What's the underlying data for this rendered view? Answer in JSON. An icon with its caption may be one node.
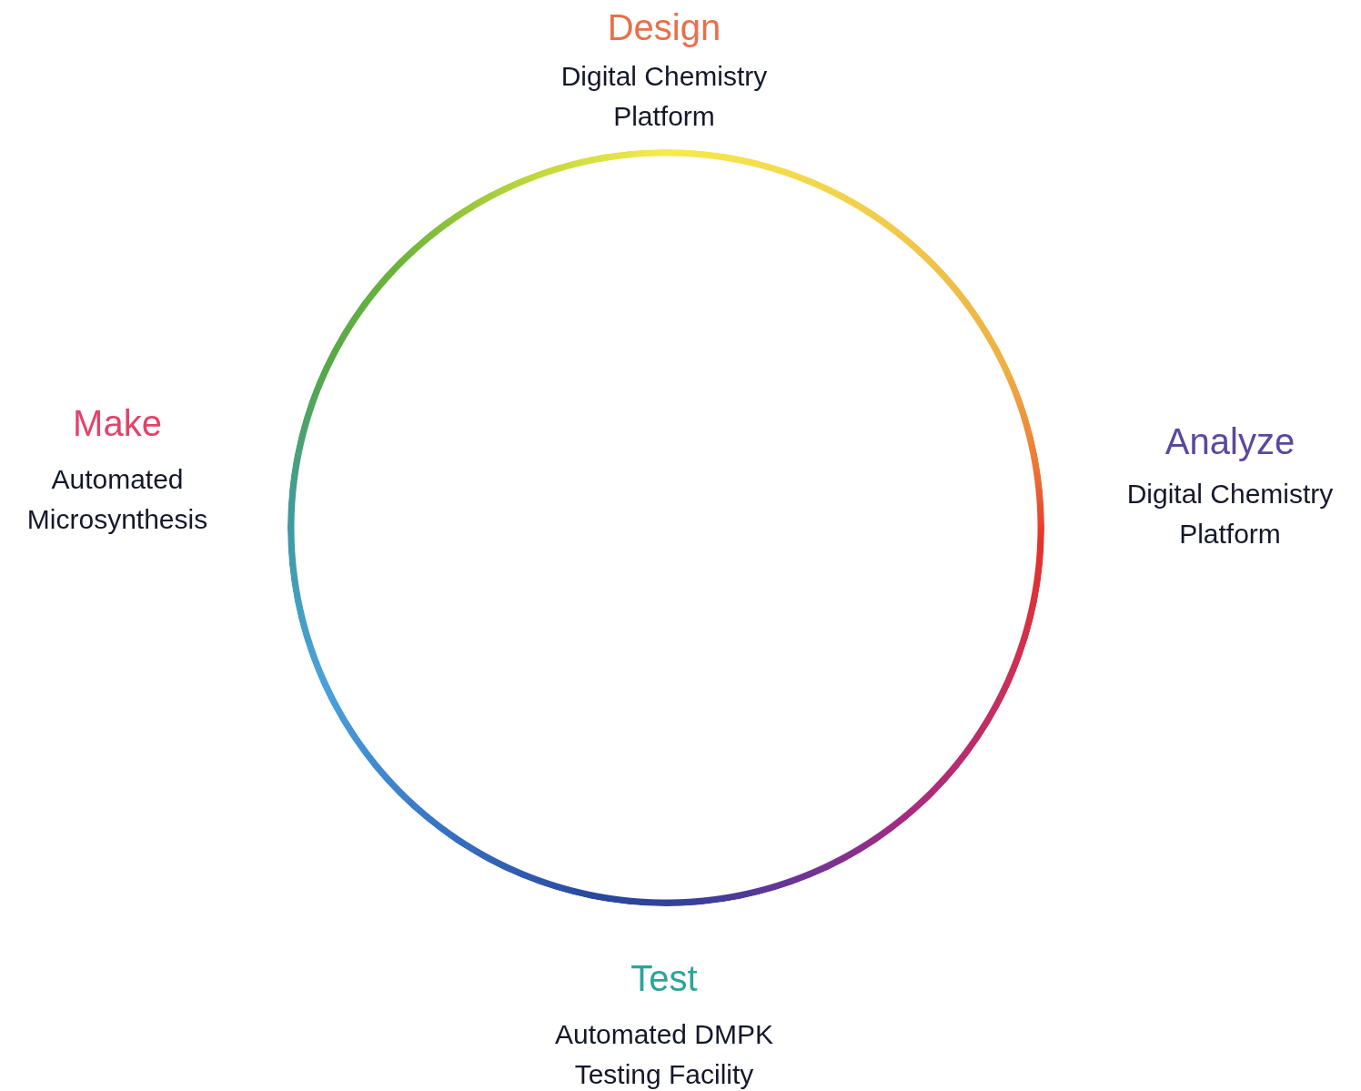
{
  "diagram": {
    "labels": [
      "Design",
      "Digital Chemistry Platform",
      "Make",
      "Automated Microsynthesis",
      "Analyze",
      "Digital Chemistry Platform",
      "Test",
      "Automated DMPK Testing Facility"
    ]
  }
}
